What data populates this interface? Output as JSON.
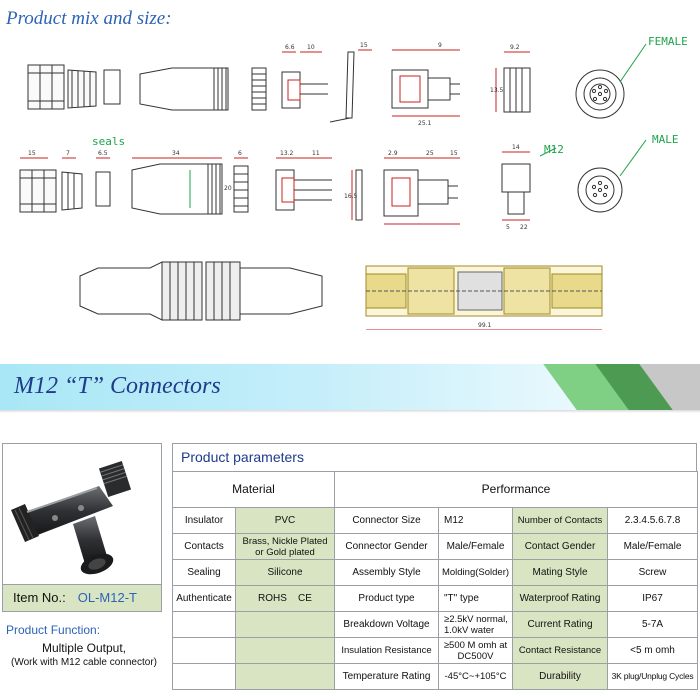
{
  "section_title": "Product mix and size:",
  "drawing_labels": {
    "seals": "seals",
    "female": "FEMALE",
    "male": "MALE",
    "m12": "M12"
  },
  "dimensions": {
    "row1": [
      "6.6",
      "10",
      "15",
      "9",
      "9.2",
      "13.5",
      "25.1"
    ],
    "row2": [
      "15",
      "7",
      "6.5",
      "34",
      "6",
      "20",
      "13.2",
      "11",
      "16.5",
      "2.9",
      "25",
      "15",
      "14",
      "5",
      "22"
    ],
    "assembly": "99.1"
  },
  "banner": {
    "title": "M12 “T” Connectors"
  },
  "product": {
    "item_label": "Item No.:",
    "item_number": "OL-M12-T",
    "function_title": "Product Function:",
    "function_line1": "Multiple Output,",
    "function_line2": "(Work with  M12 cable connector)"
  },
  "parameters": {
    "title": "Product parameters",
    "material_header": "Material",
    "performance_header": "Performance",
    "rows": [
      [
        "Insulator",
        "PVC",
        "Connector Size",
        "M12",
        "Number of Contacts",
        "2.3.4.5.6.7.8"
      ],
      [
        "Contacts",
        "Brass, Nickle Plated or  Gold plated",
        "Connector Gender",
        "Male/Female",
        "Contact Gender",
        "Male/Female"
      ],
      [
        "Sealing",
        "Silicone",
        "Assembly Style",
        "Molding(Solder)",
        "Mating Style",
        "Screw"
      ],
      [
        "Authenticate",
        "ROHS    CE",
        "Product type",
        "\"T\" type",
        "Waterproof Rating",
        "IP67"
      ],
      [
        "",
        "",
        "Breakdown Voltage",
        "≥2.5kV normal, 1.0kV water",
        "Current Rating",
        "5-7A"
      ],
      [
        "",
        "",
        "Insulation Resistance",
        "≥500 M omh at DC500V",
        "Contact Resistance",
        "<5 m omh"
      ],
      [
        "",
        "",
        "Temperature Rating",
        "-45°C~+105°C",
        "Durability",
        "3K plug/Unplug Cycles"
      ]
    ]
  },
  "colors": {
    "title_blue": "#2b63b6",
    "banner_blue": "#1e3b8c",
    "cell_shade": "#d8e4c2",
    "callout_green": "#1ea34a"
  }
}
